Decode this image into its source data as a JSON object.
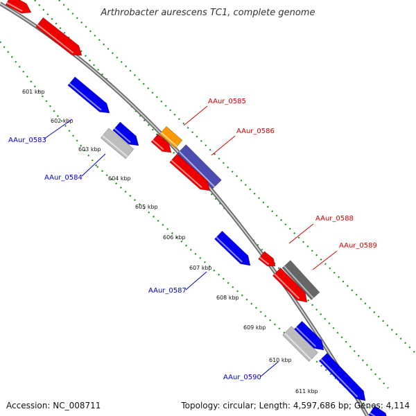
{
  "title": "Arthrobacter aurescens TC1, complete genome",
  "footer": {
    "accession": "Accession: NC_008711",
    "topology": "Topology: circular; Length: 4,597,686 bp; Genes: 4,114"
  },
  "colors": {
    "backbone": "#9a9a9a",
    "ruler": "#228b22",
    "red": "#ee0000",
    "blue": "#0000ee",
    "grey": "#bdbdbd",
    "orange": "#ff9900",
    "slate": "#4b4bb0",
    "dark_grey": "#666666",
    "label_red": "#d40000",
    "label_blue": "#0000cc"
  },
  "kbp_ticks": [
    "601 kbp",
    "602 kbp",
    "603 kbp",
    "604 kbp",
    "605 kbp",
    "606 kbp",
    "607 kbp",
    "608 kbp",
    "609 kbp",
    "610 kbp",
    "611 kbp"
  ],
  "gene_labels": [
    {
      "text": "AAur_0583",
      "color": "blue"
    },
    {
      "text": "AAur_0584",
      "color": "blue"
    },
    {
      "text": "AAur_0585",
      "color": "red"
    },
    {
      "text": "AAur_0586",
      "color": "red"
    },
    {
      "text": "AAur_0587",
      "color": "blue"
    },
    {
      "text": "AAur_0588",
      "color": "red"
    },
    {
      "text": "AAur_0589",
      "color": "red"
    },
    {
      "text": "AAur_0590",
      "color": "blue"
    }
  ]
}
